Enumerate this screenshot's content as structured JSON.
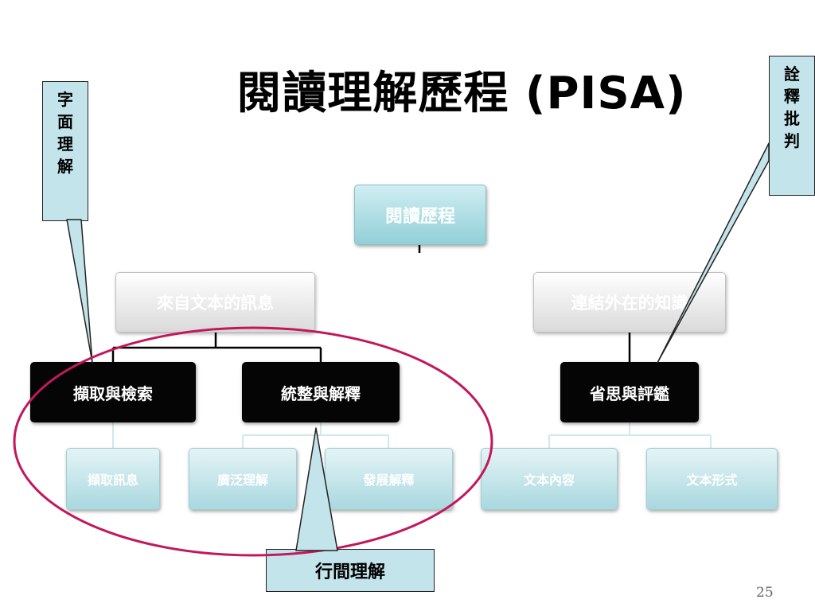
{
  "title": "閱讀理解歷程 (PISA)",
  "callouts": {
    "left": [
      "字",
      "面",
      "理",
      "解"
    ],
    "right": [
      "詮",
      "釋",
      "批",
      "判"
    ],
    "bottom": "行間理解"
  },
  "tree": {
    "root": "閱讀歷程",
    "branch_left": "來自文本的訊息",
    "branch_right": "連結外在的知識",
    "level2": [
      "擷取與檢索",
      "統整與解釋",
      "省思與評鑑"
    ],
    "leaves": [
      "擷取訊息",
      "廣泛理解",
      "發展解釋",
      "文本內容",
      "文本形式"
    ]
  },
  "page_number": "25",
  "colors": {
    "callout_fill": "#c3e4ea",
    "ellipse_stroke": "#c2185b",
    "level2_fill": "#050505",
    "node_teal": "#9fd5dc"
  }
}
